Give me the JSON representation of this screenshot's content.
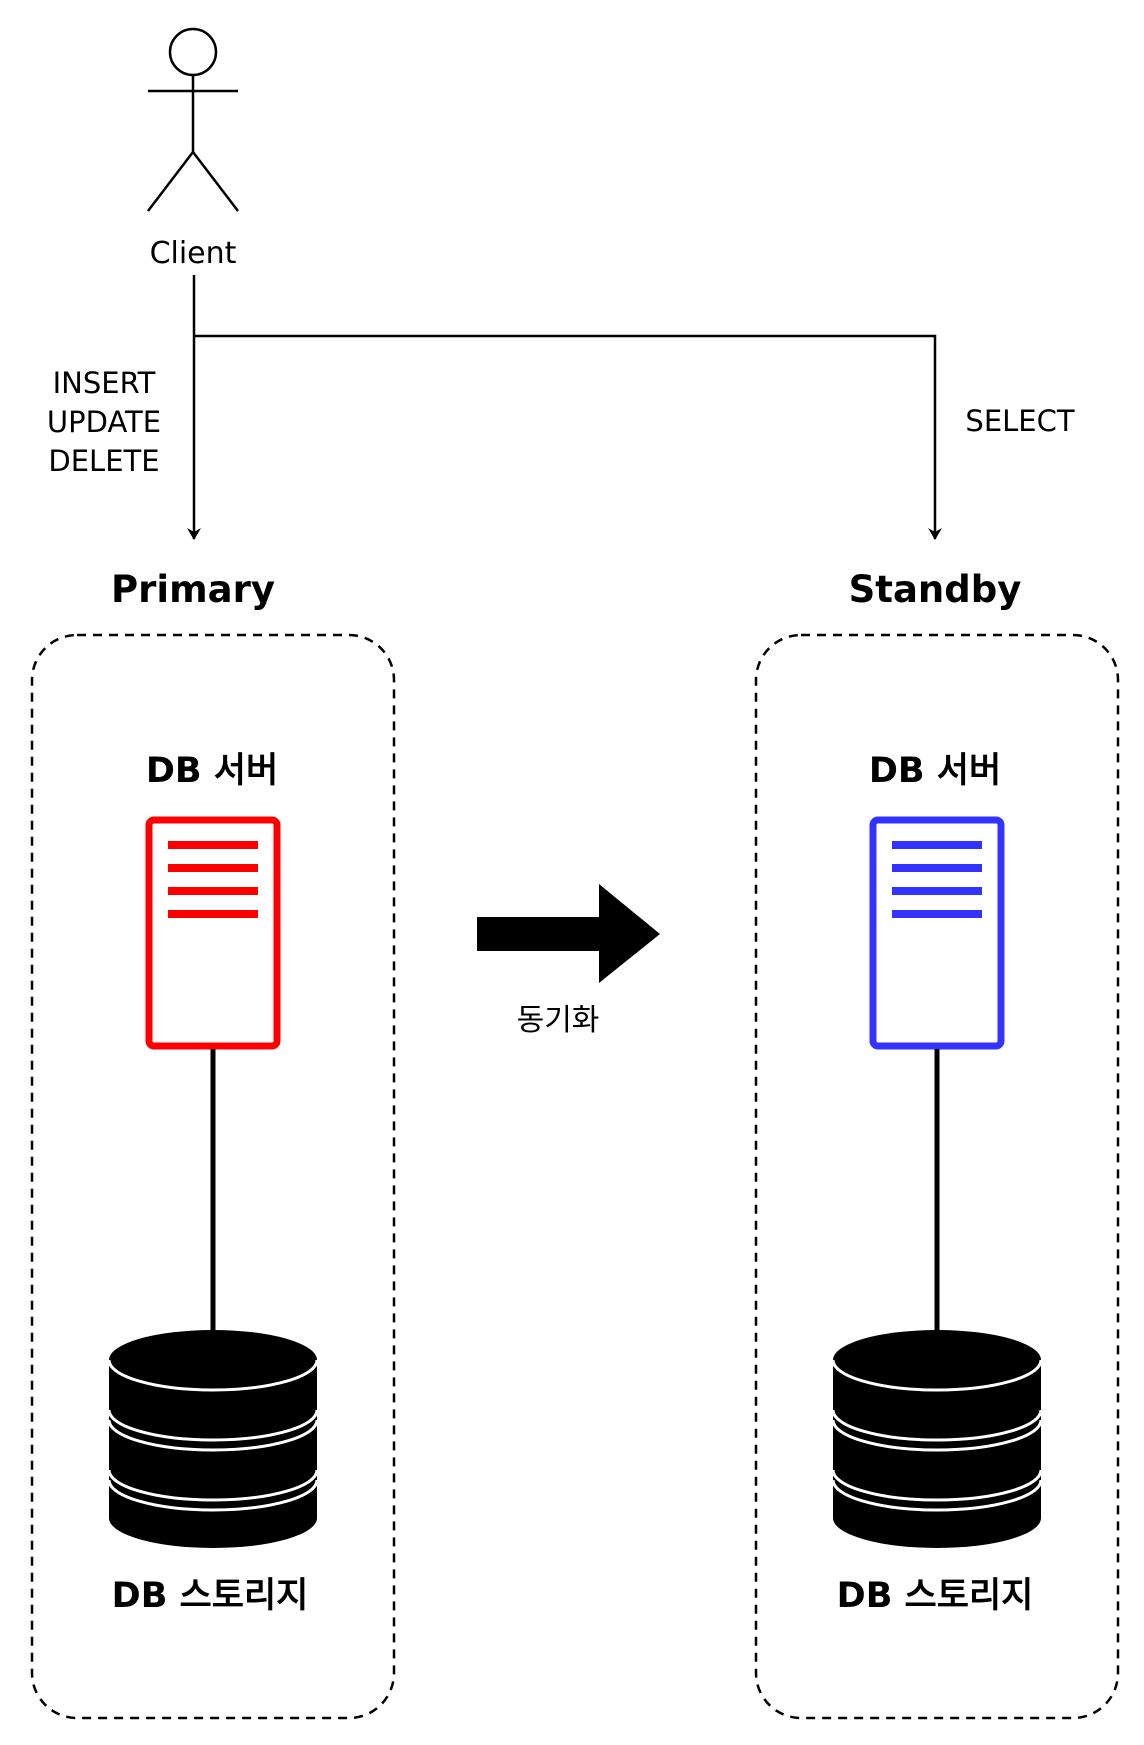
{
  "client": {
    "label": "Client"
  },
  "write_operations": [
    "INSERT",
    "UPDATE",
    "DELETE"
  ],
  "read_operation": "SELECT",
  "primary": {
    "title": "Primary",
    "server_label": "DB 서버",
    "storage_label": "DB 스토리지",
    "color": "#ff0000"
  },
  "standby": {
    "title": "Standby",
    "server_label": "DB 서버",
    "storage_label": "DB 스토리지",
    "color": "#3333ff"
  },
  "sync": {
    "label": "동기화"
  },
  "icons": {
    "client": "actor-icon",
    "server": "server-icon",
    "storage": "database-icon",
    "sync": "arrow-right-icon"
  }
}
